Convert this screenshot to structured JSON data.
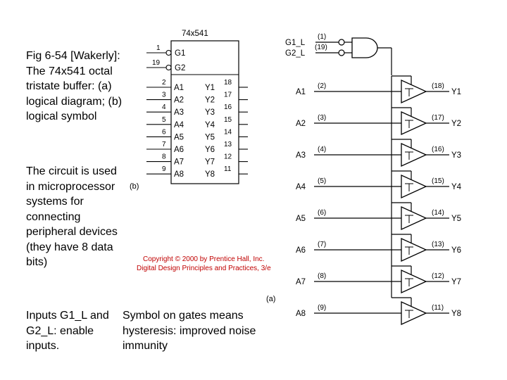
{
  "text": {
    "caption": "Fig 6-54 [Wakerly]: The 74x541 octal tristate buffer: (a) logical diagram; (b) logical symbol",
    "circuit_note": "The circuit is used in microprocessor systems for connecting peripheral devices (they have 8 data bits)",
    "inputs_note": "Inputs G1_L and G2_L: enable inputs.",
    "symbol_note": "Symbol on gates means hysteresis: improved noise immunity"
  },
  "symbol": {
    "title": "74x541",
    "enable_pins": [
      {
        "num": "1",
        "name": "G1"
      },
      {
        "num": "19",
        "name": "G2"
      }
    ],
    "inputs": [
      {
        "num": "2",
        "name": "A1"
      },
      {
        "num": "3",
        "name": "A2"
      },
      {
        "num": "4",
        "name": "A3"
      },
      {
        "num": "5",
        "name": "A4"
      },
      {
        "num": "6",
        "name": "A5"
      },
      {
        "num": "7",
        "name": "A6"
      },
      {
        "num": "8",
        "name": "A7"
      },
      {
        "num": "9",
        "name": "A8"
      }
    ],
    "outputs": [
      {
        "num": "18",
        "name": "Y1"
      },
      {
        "num": "17",
        "name": "Y2"
      },
      {
        "num": "16",
        "name": "Y3"
      },
      {
        "num": "15",
        "name": "Y4"
      },
      {
        "num": "14",
        "name": "Y5"
      },
      {
        "num": "13",
        "name": "Y6"
      },
      {
        "num": "12",
        "name": "Y7"
      },
      {
        "num": "11",
        "name": "Y8"
      }
    ],
    "label": "(b)"
  },
  "copyright": {
    "line1": "Copyright © 2000 by Prentice Hall, Inc.",
    "line2": "Digital Design Principles and Practices, 3/e"
  },
  "logic": {
    "enables": [
      {
        "name": "G1_L",
        "pin": "(1)"
      },
      {
        "name": "G2_L",
        "pin": "(19)"
      }
    ],
    "buffers": [
      {
        "in": "A1",
        "in_pin": "(2)",
        "out": "Y1",
        "out_pin": "(18)"
      },
      {
        "in": "A2",
        "in_pin": "(3)",
        "out": "Y2",
        "out_pin": "(17)"
      },
      {
        "in": "A3",
        "in_pin": "(4)",
        "out": "Y3",
        "out_pin": "(16)"
      },
      {
        "in": "A4",
        "in_pin": "(5)",
        "out": "Y4",
        "out_pin": "(15)"
      },
      {
        "in": "A5",
        "in_pin": "(6)",
        "out": "Y5",
        "out_pin": "(14)"
      },
      {
        "in": "A6",
        "in_pin": "(7)",
        "out": "Y6",
        "out_pin": "(13)"
      },
      {
        "in": "A7",
        "in_pin": "(8)",
        "out": "Y7",
        "out_pin": "(12)"
      },
      {
        "in": "A8",
        "in_pin": "(9)",
        "out": "Y8",
        "out_pin": "(11)"
      }
    ],
    "label": "(a)"
  },
  "colors": {
    "pin_number": "#c00000",
    "line": "#000000",
    "background": "#ffffff"
  }
}
